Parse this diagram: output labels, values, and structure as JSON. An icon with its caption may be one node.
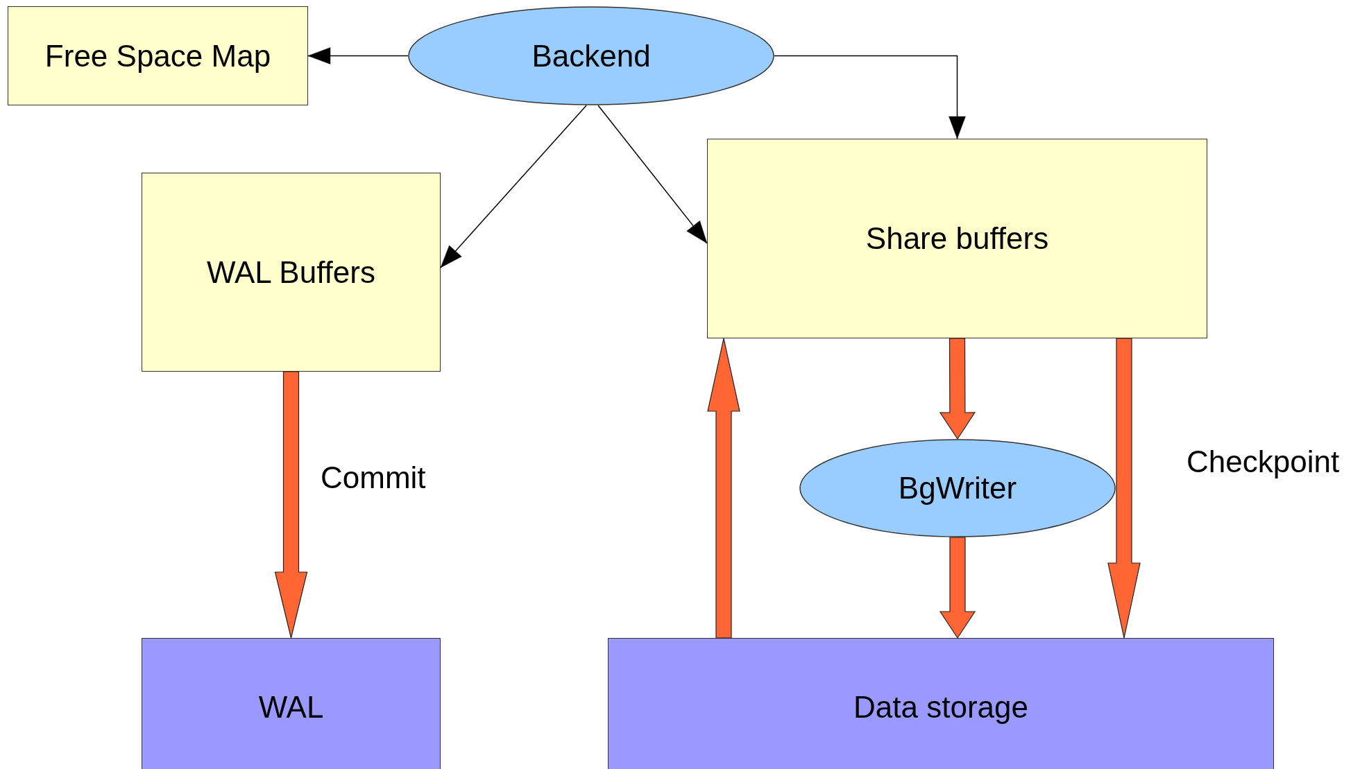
{
  "diagram": {
    "nodes": [
      {
        "text": [
          "Free Space Map"
        ]
      },
      {
        "text": [
          "Backend"
        ]
      },
      {
        "text": [
          "WAL Buffers"
        ]
      },
      {
        "text": [
          "Share buffers"
        ]
      },
      {
        "text": [
          "BgWriter"
        ]
      },
      {
        "text": [
          "WAL"
        ]
      },
      {
        "text": [
          "Data storage"
        ]
      }
    ],
    "edges": [
      {
        "from": 1,
        "to": 0,
        "arrow": "to",
        "color": "#000000"
      },
      {
        "from": 1,
        "to": 3,
        "arrow": "to",
        "color": "#000000"
      },
      {
        "from": 1,
        "to": 2,
        "arrow": "to",
        "color": "#000000"
      },
      {
        "from": 1,
        "to": 3,
        "arrow": "to",
        "color": "#000000"
      },
      {
        "from": 2,
        "to": 5,
        "arrow": "to",
        "style": "thick",
        "label": "Commit"
      },
      {
        "from": 6,
        "to": 3,
        "arrow": "to",
        "style": "thick"
      },
      {
        "from": 3,
        "to": 4,
        "arrow": "to",
        "style": "thick"
      },
      {
        "from": 4,
        "to": 6,
        "arrow": "to",
        "style": "thick"
      },
      {
        "from": 3,
        "to": 6,
        "arrow": "to",
        "style": "thick",
        "label": "Checkpoint"
      }
    ]
  }
}
